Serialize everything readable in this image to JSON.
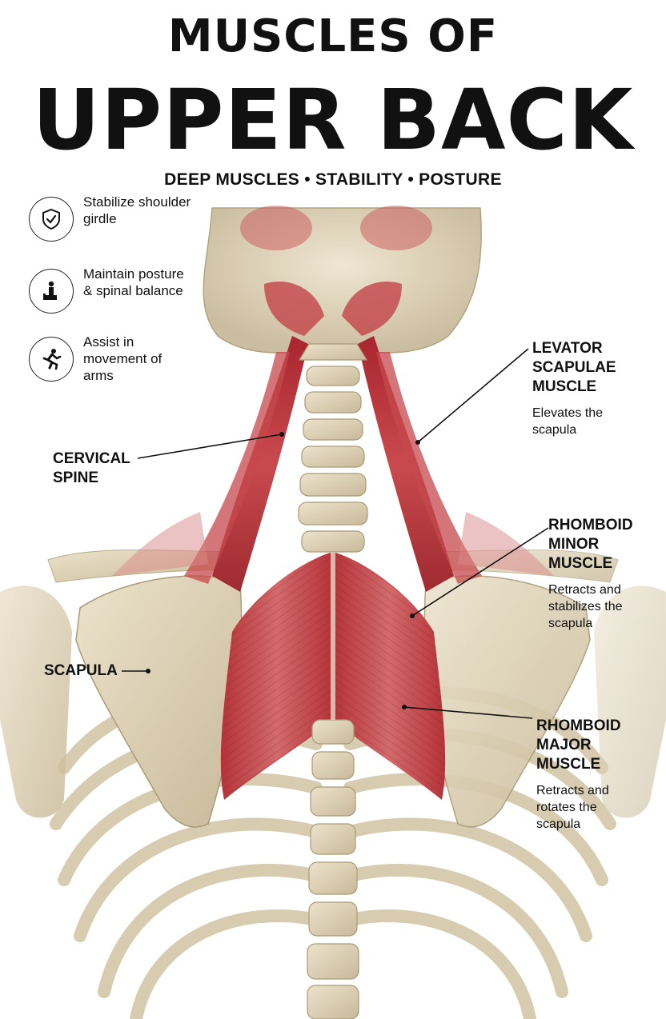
{
  "header": {
    "title_line1": "MUSCLES OF",
    "title_line2": "UPPER BACK",
    "subtitle": "DEEP MUSCLES • STABILITY • POSTURE"
  },
  "benefits": [
    {
      "icon": "shield-check-icon",
      "text": "Stabilize shoulder girdle"
    },
    {
      "icon": "person-seated-icon",
      "text": "Maintain posture & spinal balance"
    },
    {
      "icon": "running-person-icon",
      "text": "Assist in movement of arms"
    }
  ],
  "labels": {
    "levator": {
      "name": "LEVATOR SCAPULAE MUSCLE",
      "desc": "Elevates the scapula"
    },
    "cervical": {
      "name": "CERVICAL SPINE"
    },
    "rhomboid_minor": {
      "name": "RHOMBOID MINOR MUSCLE",
      "desc": "Retracts and stabilizes the scapula"
    },
    "scapula": {
      "name": "SCAPULA"
    },
    "rhomboid_major": {
      "name": "RHOMBOID MAJOR MUSCLE",
      "desc": "Retracts and rotates the scapula"
    }
  },
  "colors": {
    "bone": "#e6dcc4",
    "muscle": "#b8343a",
    "text": "#111111"
  }
}
